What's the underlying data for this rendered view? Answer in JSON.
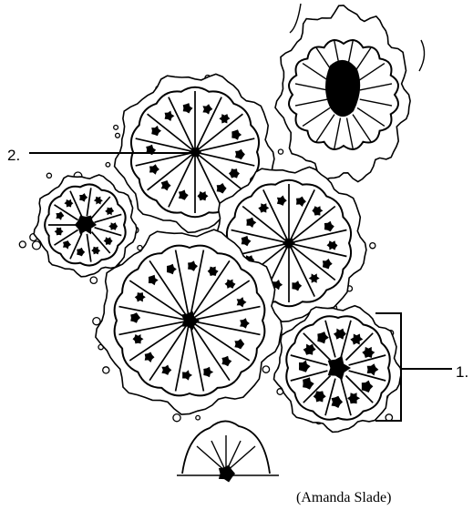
{
  "labels": {
    "one": "1.",
    "two": "2."
  },
  "credit": "(Amanda Slade)",
  "colors": {
    "ink": "#000000",
    "paper": "#ffffff"
  }
}
